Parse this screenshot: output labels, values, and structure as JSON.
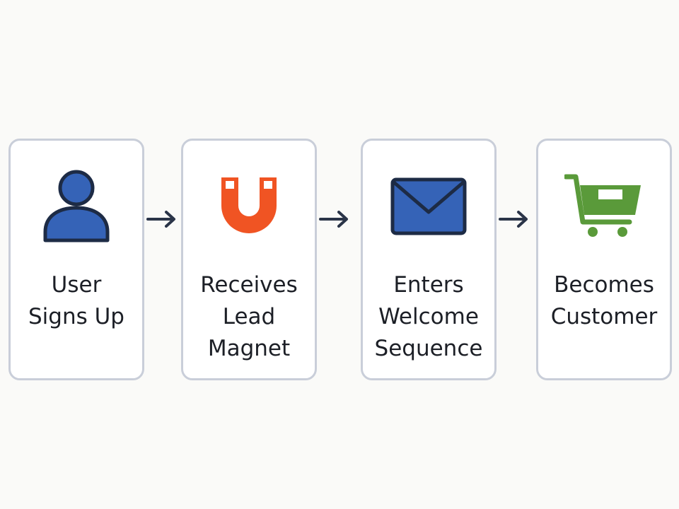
{
  "steps": [
    {
      "label": "User\nSigns Up",
      "icon": "user-icon",
      "color": "#3563b7"
    },
    {
      "label": "Receives\nLead\nMagnet",
      "icon": "magnet-icon",
      "color": "#f05423"
    },
    {
      "label": "Enters\nWelcome\nSequence",
      "icon": "envelope-icon",
      "color": "#3563b7"
    },
    {
      "label": "Becomes\nCustomer",
      "icon": "shopping-cart-icon",
      "color": "#5a9a3a"
    }
  ],
  "arrows": [
    {
      "icon": "arrow-right-icon"
    },
    {
      "icon": "arrow-right-icon"
    },
    {
      "icon": "arrow-right-icon"
    }
  ],
  "colors": {
    "outline": "#1d2b45",
    "card_border": "#c9ced9",
    "arrow": "#2a3448",
    "background": "#fafaf8"
  }
}
